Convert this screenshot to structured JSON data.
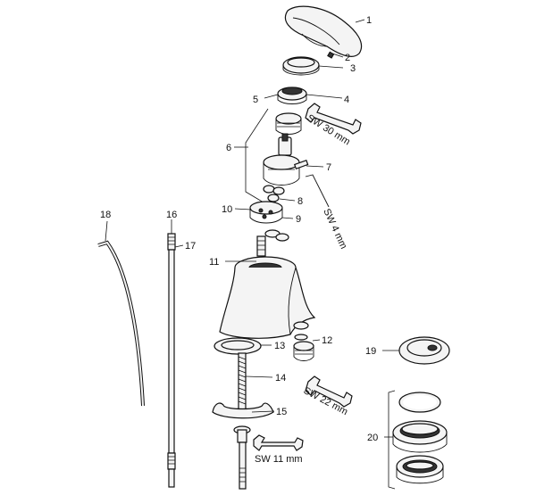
{
  "callouts": {
    "c1": "1",
    "c2": "2",
    "c3": "3",
    "c4": "4",
    "c5": "5",
    "c6": "6",
    "c7": "7",
    "c8": "8",
    "c9": "9",
    "c10": "10",
    "c11": "11",
    "c12": "12",
    "c13": "13",
    "c14": "14",
    "c15": "15",
    "c16": "16",
    "c17": "17",
    "c18": "18",
    "c19": "19",
    "c20": "20"
  },
  "tools": {
    "sw30": "SW 30 mm",
    "sw4": "SW 4 mm",
    "sw22": "SW 22 mm",
    "sw11": "SW 11 mm"
  }
}
